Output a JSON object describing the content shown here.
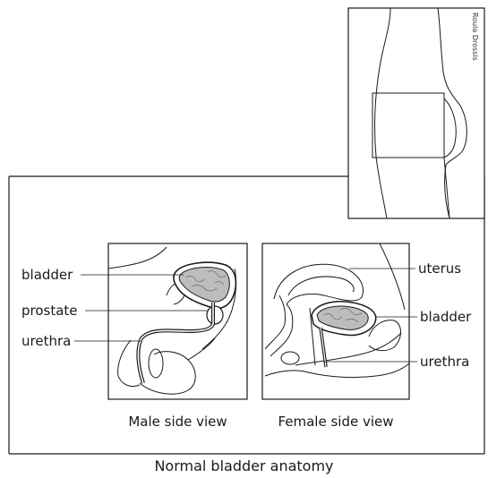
{
  "title": "Normal bladder anatomy",
  "credit": "Roula Drossis",
  "male": {
    "caption": "Male side view",
    "labels": {
      "bladder": "bladder",
      "prostate": "prostate",
      "urethra": "urethra"
    }
  },
  "female": {
    "caption": "Female side view",
    "labels": {
      "uterus": "uterus",
      "bladder": "bladder",
      "urethra": "urethra"
    }
  },
  "colors": {
    "line": "#1a1a1a",
    "bladder_fill": "#bdbdbd",
    "background": "#ffffff"
  }
}
